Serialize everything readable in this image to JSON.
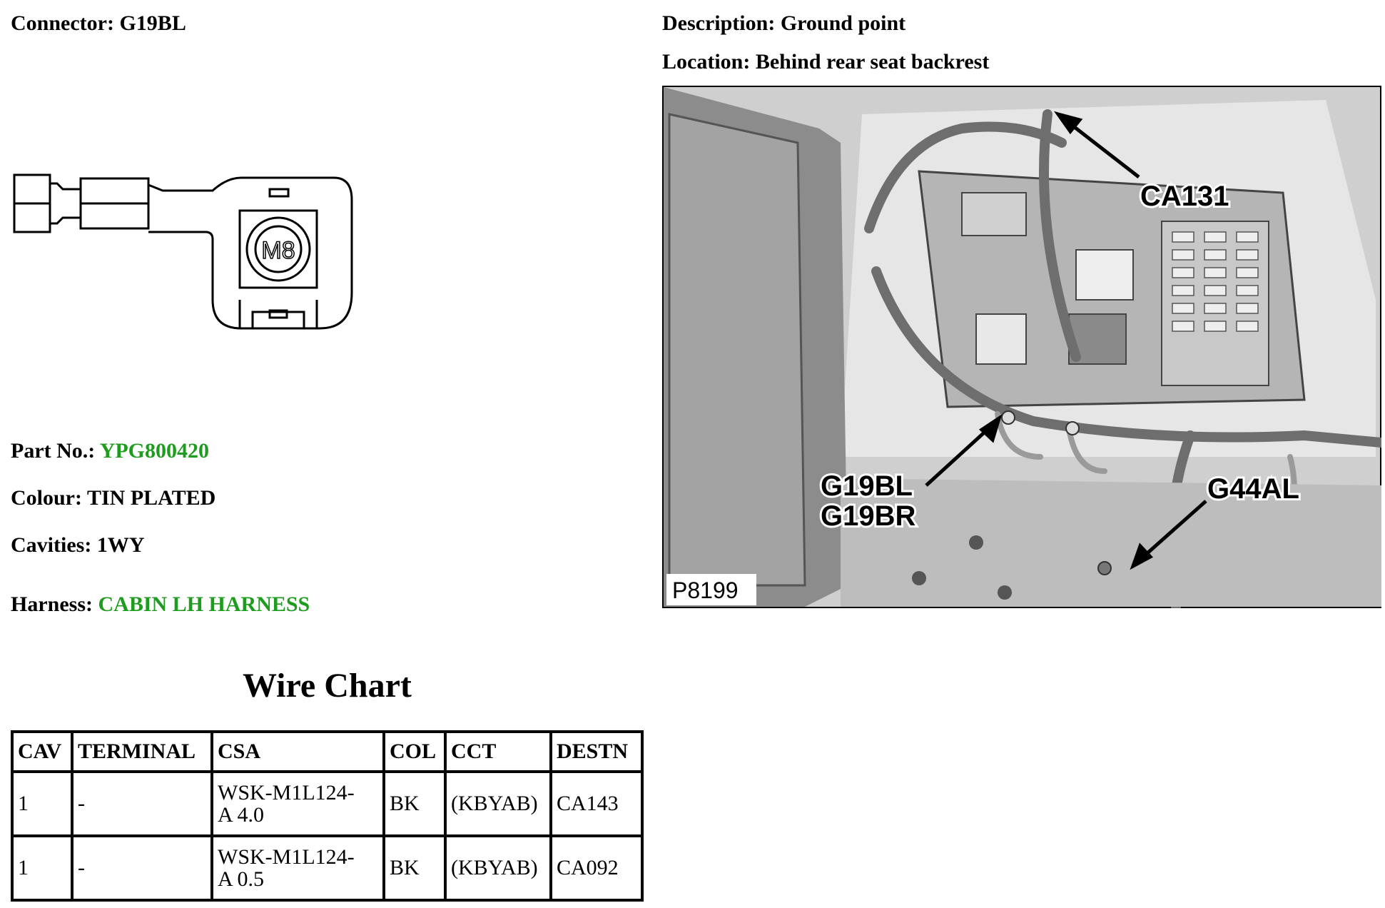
{
  "connector": {
    "label": "Connector:",
    "value": "G19BL"
  },
  "description": {
    "label": "Description:",
    "value": "Ground point"
  },
  "location": {
    "label": "Location:",
    "value": "Behind rear seat backrest"
  },
  "part_no": {
    "label": "Part No.:",
    "value": "YPG800420"
  },
  "colour": {
    "label": "Colour:",
    "value": "TIN PLATED"
  },
  "cavities": {
    "label": "Cavities:",
    "value": "1WY"
  },
  "harness": {
    "label": "Harness:",
    "value": "CABIN LH HARNESS"
  },
  "drawing": {
    "stud_label": "M8"
  },
  "photo": {
    "callouts": {
      "ca131": "CA131",
      "g19bl": "G19BL",
      "g19br": "G19BR",
      "g44al": "G44AL"
    },
    "figure_id": "P8199"
  },
  "wire_chart": {
    "title": "Wire Chart",
    "headers": [
      "CAV",
      "TERMINAL",
      "CSA",
      "COL",
      "CCT",
      "DESTN"
    ],
    "rows": [
      {
        "cav": "1",
        "terminal": "-",
        "csa_line1": "WSK-M1L124-",
        "csa_line2": "A 4.0",
        "col": "BK",
        "cct": "(KBYAB)",
        "destn": "CA143"
      },
      {
        "cav": "1",
        "terminal": "-",
        "csa_line1": "WSK-M1L124-",
        "csa_line2": "A 0.5",
        "col": "BK",
        "cct": "(KBYAB)",
        "destn": "CA092"
      }
    ]
  },
  "colors": {
    "link_green": "#1e9c1e"
  }
}
